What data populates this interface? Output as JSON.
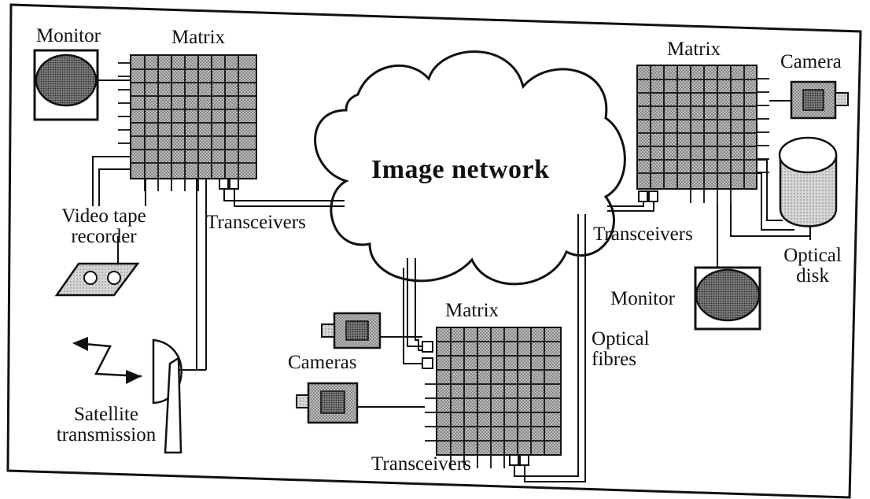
{
  "figure": {
    "network_label": "Image network",
    "matrix_top_left": "Matrix",
    "matrix_top_right": "Matrix",
    "matrix_bottom": "Matrix",
    "monitor_left": "Monitor",
    "monitor_right": "Monitor",
    "camera_right": "Camera",
    "cameras_bottom": "Cameras",
    "vtr_line1": "Video tape",
    "vtr_line2": "recorder",
    "satellite_line1": "Satellite",
    "satellite_line2": "transmission",
    "optical_disk_line1": "Optical",
    "optical_disk_line2": "disk",
    "optical_fibres_line1": "Optical",
    "optical_fibres_line2": "fibres",
    "transceivers_left": "Transceivers",
    "transceivers_right": "Transceivers",
    "transceivers_bottom": "Transceivers"
  }
}
